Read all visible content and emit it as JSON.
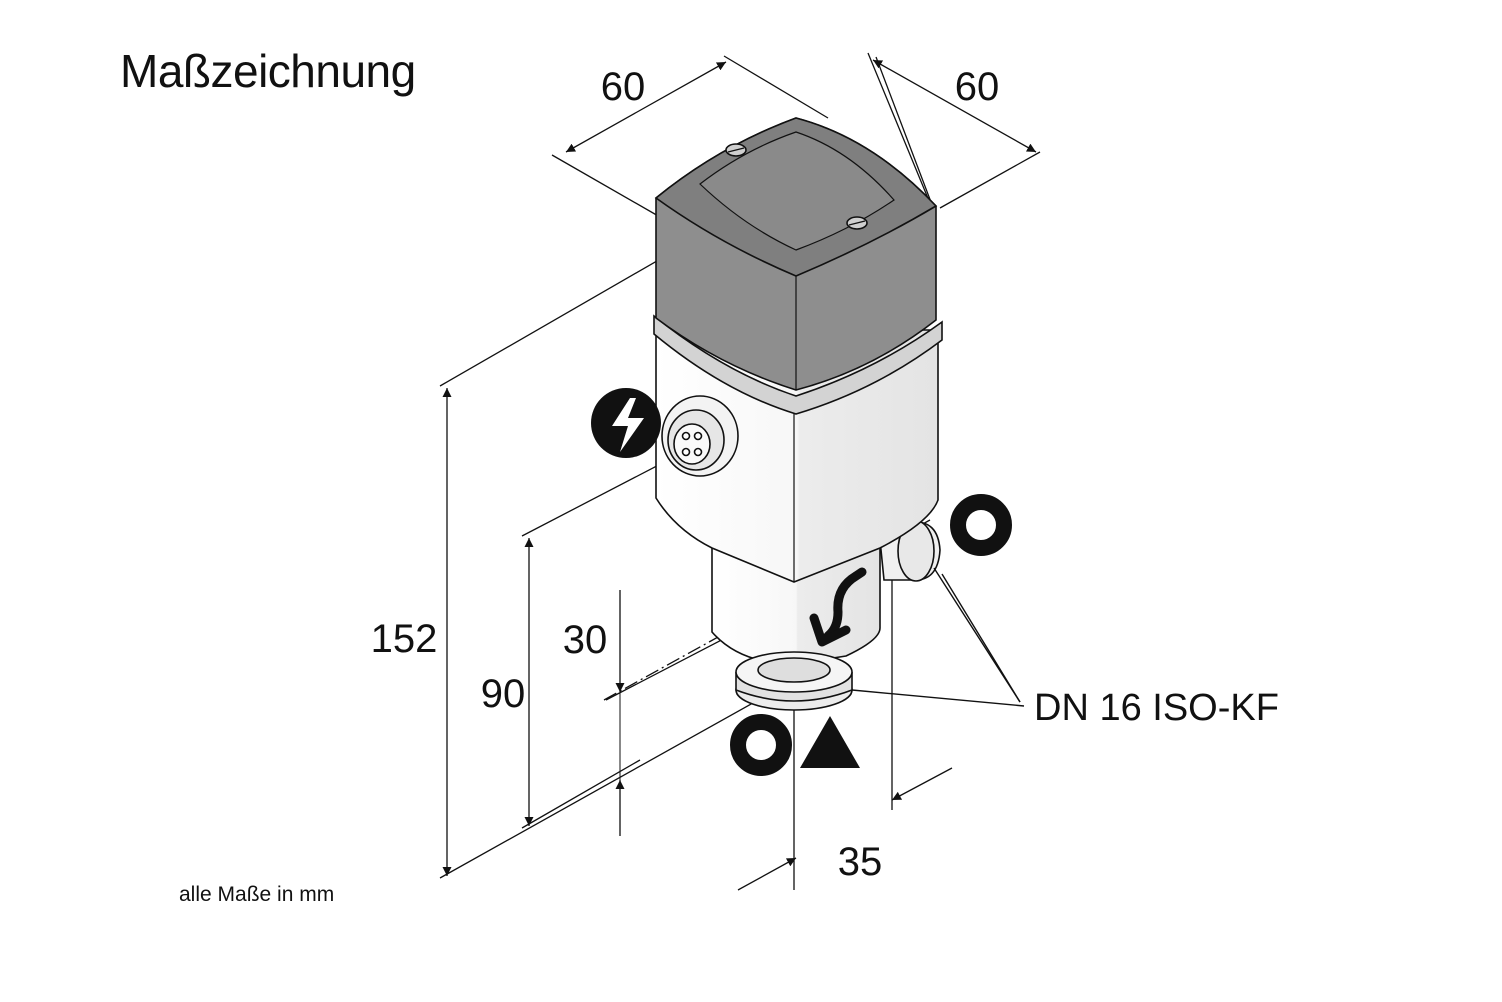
{
  "title": "Maßzeichnung",
  "footnote": "alle Maße in mm",
  "dimensions": {
    "width_left": "60",
    "width_right": "60",
    "height_total": "152",
    "height_flange": "90",
    "height_offset": "30",
    "depth_port": "35"
  },
  "callout": "DN 16 ISO-KF",
  "icons": [
    "lightning-icon",
    "o-ring-icon",
    "o-ring-icon",
    "triangle-icon",
    "flow-arrow-icon",
    "connector-icon"
  ],
  "colors": {
    "cap": "#8e8e8e",
    "body": "#f2f2f2",
    "line": "#111111"
  }
}
